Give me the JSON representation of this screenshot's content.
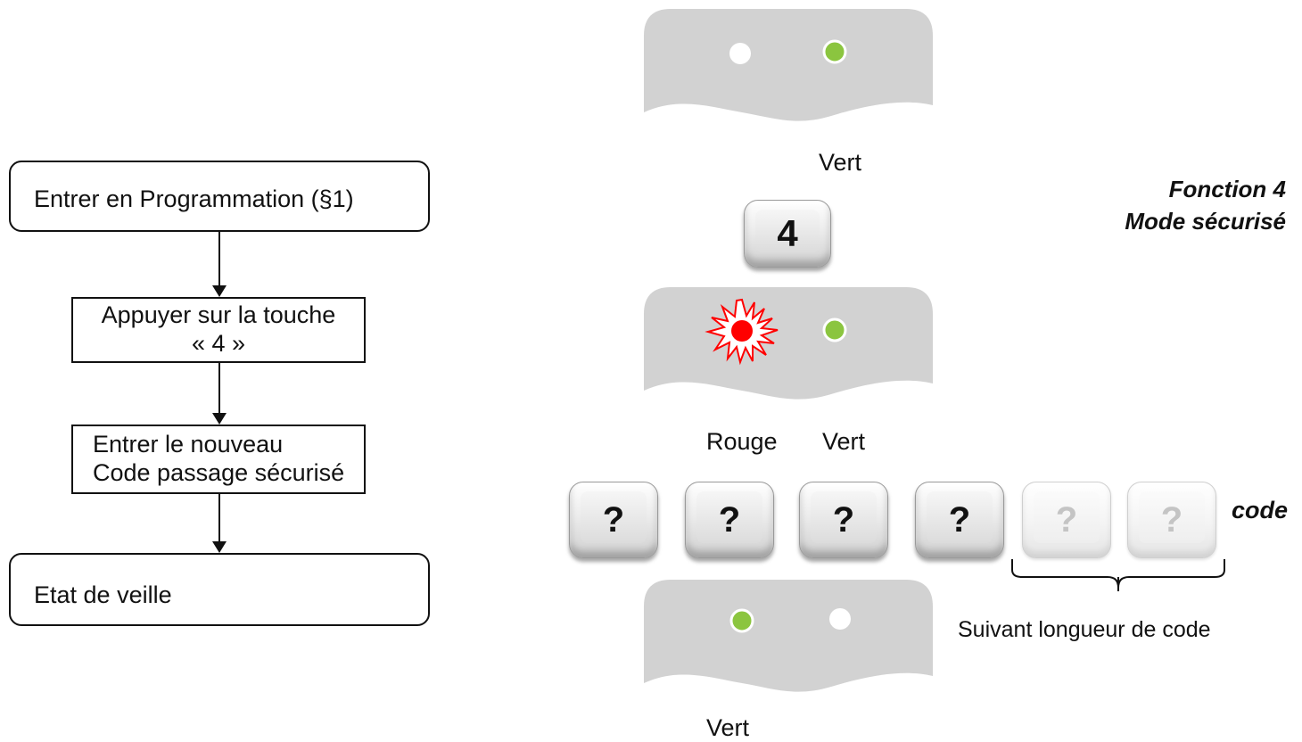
{
  "flowchart": {
    "step1": "Entrer en Programmation (§1)",
    "step2_line1": "Appuyer sur la touche",
    "step2_line2": "« 4 »",
    "step3_line1": "Entrer le nouveau",
    "step3_line2": "Code passage sécurisé",
    "step4": "Etat de veille"
  },
  "panels": {
    "panel1": {
      "left_led": "off",
      "right_led": "green",
      "label_right": "Vert"
    },
    "panel2": {
      "left_led": "red-flashing",
      "right_led": "green",
      "label_left": "Rouge",
      "label_right": "Vert"
    },
    "panel3": {
      "left_led": "green",
      "right_led": "off",
      "label_left": "Vert"
    }
  },
  "keys": {
    "function_key": "4",
    "code_keys": [
      "?",
      "?",
      "?",
      "?",
      "?",
      "?"
    ],
    "code_keys_optional": [
      false,
      false,
      false,
      false,
      true,
      true
    ]
  },
  "annotations": {
    "function_line1": "Fonction  4",
    "function_line2": "Mode sécurisé",
    "code": "code",
    "code_length_note": "Suivant longueur de code"
  },
  "colors": {
    "panel_gray": "#d2d2d2",
    "led_green": "#8bc53f",
    "led_red": "#ff0000",
    "led_off": "#ffffff"
  }
}
